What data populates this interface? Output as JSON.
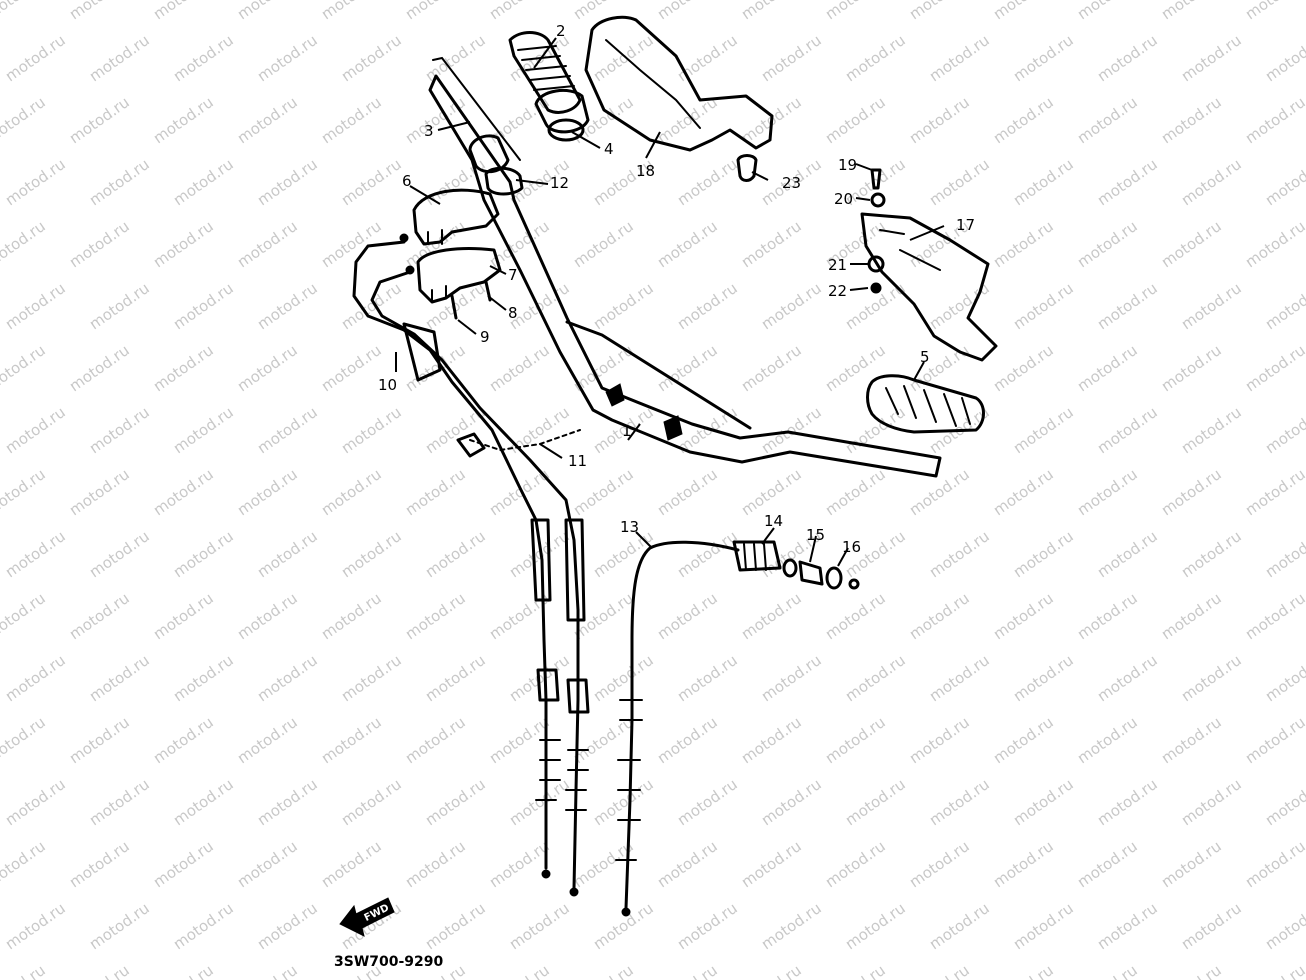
{
  "watermark": {
    "text": "motod.ru"
  },
  "colors": {
    "ink": "#000000",
    "watermark": "#c8c8c8",
    "paper": "#ffffff"
  },
  "callouts": [
    {
      "key": "c1",
      "label": "1"
    },
    {
      "key": "c2",
      "label": "2"
    },
    {
      "key": "c3",
      "label": "3"
    },
    {
      "key": "c4",
      "label": "4"
    },
    {
      "key": "c5",
      "label": "5"
    },
    {
      "key": "c6",
      "label": "6"
    },
    {
      "key": "c7",
      "label": "7"
    },
    {
      "key": "c8",
      "label": "8"
    },
    {
      "key": "c9",
      "label": "9"
    },
    {
      "key": "c10",
      "label": "10"
    },
    {
      "key": "c11",
      "label": "11"
    },
    {
      "key": "c12",
      "label": "12"
    },
    {
      "key": "c13",
      "label": "13"
    },
    {
      "key": "c14",
      "label": "14"
    },
    {
      "key": "c15",
      "label": "15"
    },
    {
      "key": "c16",
      "label": "16"
    },
    {
      "key": "c17",
      "label": "17"
    },
    {
      "key": "c18",
      "label": "18"
    },
    {
      "key": "c19",
      "label": "19"
    },
    {
      "key": "c20",
      "label": "20"
    },
    {
      "key": "c21",
      "label": "21"
    },
    {
      "key": "c22",
      "label": "22"
    },
    {
      "key": "c23",
      "label": "23"
    }
  ],
  "forward_arrow": {
    "label": "FWD",
    "icon": "forward-arrow-icon"
  },
  "diagram_code": "3SW700-9290"
}
